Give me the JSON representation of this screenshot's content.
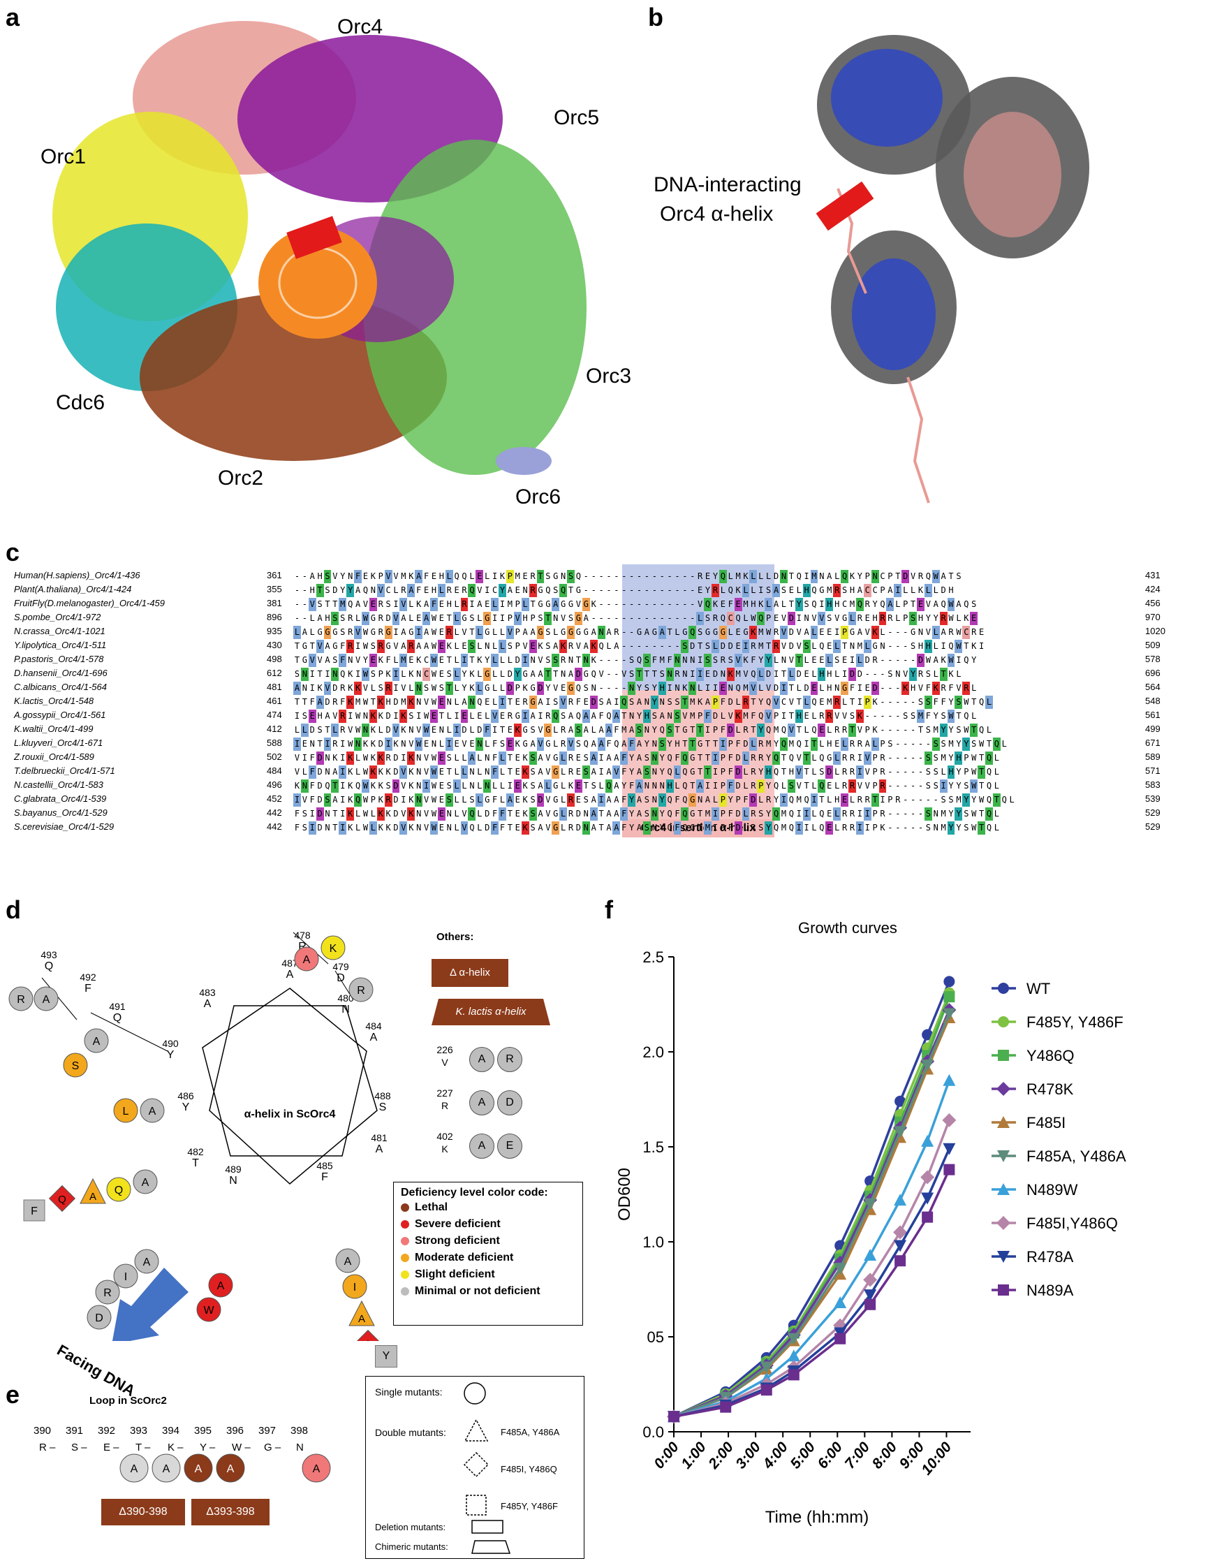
{
  "panels": {
    "a": {
      "label": "a",
      "proteins": [
        "Orc4",
        "Orc5",
        "Orc1",
        "Orc3",
        "Cdc6",
        "Orc2",
        "Orc6"
      ]
    },
    "b": {
      "label": "b",
      "annotation_line1": "DNA-interacting",
      "annotation_line2": "Orc4 α-helix"
    },
    "c": {
      "label": "c",
      "insertion_label": "Orc4 insertion α-helix"
    },
    "d": {
      "label": "d"
    },
    "e": {
      "label": "e"
    },
    "f": {
      "label": "f"
    }
  },
  "alignment": [
    {
      "name": "Human(H.sapiens)_Orc4/1-436",
      "start": "361",
      "seq": "--AHSVYNFEKPVVMKAFEHLQQLELIKPMERTSGNSQ---------------REYQLMKLLLDNTQIMNALQKYPNCPTDVRQWATS",
      "end": "431"
    },
    {
      "name": "Plant(A.thaliana)_Orc4/1-424",
      "start": "355",
      "seq": "--HTSDYYAQNVCLRAFEHLRERQVICYAENRGQSQTG---------------EYRLQKLLISASELHQGMRSHACCPAILLKLLDH",
      "end": "424"
    },
    {
      "name": "FruitFly(D.melanogaster)_Orc4/1-459",
      "start": "381",
      "seq": "--VSTTMQAVERSIVLKAFEHLRIAELIMPLTGGAGGVGK-------------VQKEFEMHKLALTYSQIHHCMQRYQALPTEVAQWAQS",
      "end": "456"
    },
    {
      "name": "S.pombe_Orc4/1-972",
      "start": "896",
      "seq": "--LAHSSRLWGRDVALEAWETLGSLGIIPVHPSTNVSGA--------------LSRQCQLWQPEVDINVVSVGLREHRRLPSHYYRWLKE",
      "end": "970"
    },
    {
      "name": "N.crassa_Orc4/1-1021",
      "start": "935",
      "seq": "LALGGGSRVWGRGIAGIAWERLVTLGLLVPAAGSLGGGGANAR--GAGATLGQSGGGLEGKMWRVDVALEEIPGAVKL---GNVLARWCRE",
      "end": "1020"
    },
    {
      "name": "Y.lipolytica_Orc4/1-511",
      "start": "430",
      "seq": "TGTVAGFRIWSRGVARAAWEKLESLNLLSPVEKSAKRVAKQLA--------SDTSLDDEIRMTRVDVSLQELTNMLGN---SHHLIQWTKI",
      "end": "509"
    },
    {
      "name": "P.pastoris_Orc4/1-578",
      "start": "498",
      "seq": "TGVVASFNVYEKFLMEKCWETLITKYLLLDINVSSRNTNK----SQSFMFNNNISSRSVKFYYLNVTLEELSEILDR-----DWAKWIQY",
      "end": "578"
    },
    {
      "name": "D.hansenii_Orc4/1-696",
      "start": "612",
      "seq": "SNITINQKIWSPKILKNCWESLYKLGLLDYGAATTNADGQV--VSTTTSNRNIIEDNKMVQLDITLDELHHLIDD---SNVYRSLTKL",
      "end": "696"
    },
    {
      "name": "C.albicans_Orc4/1-564",
      "start": "481",
      "seq": "ANIKVDRKKVLSRIVLNSWSTLYKLGLLDPKGDYVEGQSN----NYSYHINKNLIIENQMVLVDITLDELHNGFIED---KHVFKRFVRL",
      "end": "564"
    },
    {
      "name": "K.lactis_Orc4/1-548",
      "start": "461",
      "seq": "TTFADRFKMWTKHDMKNVWENLANQELITERGAISVRFEDSAIQSANYNSSTMKAPFDLRTYQVCVTLQEMRLTIPK-----SSFFYSWTQL",
      "end": "548"
    },
    {
      "name": "A.gossypii_Orc4/1-561",
      "start": "474",
      "seq": "ISEHAVRIWNKKDIKSIWETLIELELVERGIAIRQSAQAAFQATNYHSANSVMPFDLVKMFQVPITHELRRVVSK-----SSMFYSWTQL",
      "end": "561"
    },
    {
      "name": "K.waltii_Orc4/1-499",
      "start": "412",
      "seq": "LLDSTLRVWNKLDVKNVWENLIDLDFITEKGSVGLRASALAAFMASNYQSTGTTIPFDLRTYQMQVTLQELRRTVPK-----TSMYYSWTQL",
      "end": "499"
    },
    {
      "name": "L.kluyveri_Orc4/1-671",
      "start": "588",
      "seq": "IENTIRIWNKKDIKNVWENLIEVENLFSEKGAVGLRVSQAAFQAFAYNSYHTTGTTIPFDLRMYQMQITLHELRRALPS-----SSMYYSWTQL",
      "end": "671"
    },
    {
      "name": "Z.rouxii_Orc4/1-589",
      "start": "502",
      "seq": "VIFDNKIKLWKKRDIKNVWESLLALNFLTEKSAVGLRESAIAAFYASNYQFQGTTIPFDLRRYQTQVTLQGLRRIVPR-----SSMYHPWTQL",
      "end": "589"
    },
    {
      "name": "T.delbrueckii_Orc4/1-571",
      "start": "484",
      "seq": "VLFDNAIKLWKKKDVKNVWETLLNLNFLTEKSAVGLRESAIAVFYASNYQLQGTTIPFDLRYHQTHVTLSDLRRIVPR-----SSLHYPWTQL",
      "end": "571"
    },
    {
      "name": "N.castellii_Orc4/1-583",
      "start": "496",
      "seq": "KNFDQTIKQWKKSDVKNIWESLLNLNLLIEKSALGLKETSLQAYFANNNHLQTAIIPFDLRPYQLSVTLQELRRVVPR-----SSIYYSWTQL",
      "end": "583"
    },
    {
      "name": "C.glabrata_Orc4/1-539",
      "start": "452",
      "seq": "IVFDSAIKQWPKRDIKNVWESLLSLGFLAEKSDVGLRESAIAAFYASNYQFQGNALPYPFDLRYIQMQITLHELRRTIPR-----SSMYYWQTQL",
      "end": "539"
    },
    {
      "name": "S.bayanus_Orc4/1-529",
      "start": "442",
      "seq": "FSIDNTIKLWLKKDVKNVWENLVQLDFFTEKSAVGLRDNATAAFYASNYQFQGTMIPFDLRSYQMQIILQELRRIIPR-----SNMYYSWTQL",
      "end": "529"
    },
    {
      "name": "S.cerevisiae_Orc4/1-529",
      "start": "442",
      "seq": "FSIDNTIKLWLKKDVKNVWENLVQLDFFTEKSAVGLRDNATAAFYASNYQFQGTMIPFDLRSYQMQIILQELRRIIPK-----SNMYYSWTQL",
      "end": "529"
    }
  ],
  "wheel": {
    "center_label": "α-helix in ScOrc4",
    "positions": [
      {
        "res": "A",
        "num": "487"
      },
      {
        "res": "A",
        "num": "484"
      },
      {
        "res": "S",
        "num": "488"
      },
      {
        "res": "A",
        "num": "481"
      },
      {
        "res": "F",
        "num": "485"
      },
      {
        "res": "N",
        "num": "489"
      },
      {
        "res": "T",
        "num": "482"
      },
      {
        "res": "Y",
        "num": "486"
      },
      {
        "res": "Y",
        "num": "490"
      },
      {
        "res": "A",
        "num": "483"
      },
      {
        "res": "N",
        "num": "480"
      },
      {
        "res": "D",
        "num": "479"
      },
      {
        "res": "R",
        "num": "478"
      },
      {
        "res": "Q",
        "num": "491"
      },
      {
        "res": "F",
        "num": "492"
      },
      {
        "res": "Q",
        "num": "493"
      }
    ],
    "facing_dna": "Facing DNA"
  },
  "others": {
    "title": "Others:",
    "delta_helix": "Δ α-helix",
    "klactis_helix": "K. lactis α-helix",
    "rows": [
      {
        "num": "226",
        "res": "V",
        "m1": "A",
        "m2": "R"
      },
      {
        "num": "227",
        "res": "R",
        "m1": "A",
        "m2": "D"
      },
      {
        "num": "402",
        "res": "K",
        "m1": "A",
        "m2": "E"
      }
    ]
  },
  "deficiency_legend": {
    "title": "Deficiency level color code:",
    "items": [
      {
        "label": "Lethal",
        "color": "#8B3A1A"
      },
      {
        "label": "Severe deficient",
        "color": "#E02020"
      },
      {
        "label": "Strong deficient",
        "color": "#F07878"
      },
      {
        "label": "Moderate deficient",
        "color": "#F2A71C"
      },
      {
        "label": "Slight deficient",
        "color": "#F2E21C"
      },
      {
        "label": "Minimal or not deficient",
        "color": "#BDBDBD"
      }
    ]
  },
  "mutant_legend": {
    "single": "Single mutants:",
    "double": "Double mutants:",
    "double_items": [
      "F485A, Y486A",
      "F485I, Y486Q",
      "F485Y, Y486F"
    ],
    "deletion": "Deletion mutants:",
    "chimeric": "Chimeric mutants:"
  },
  "loop": {
    "title": "Loop in ScOrc2",
    "numbers": [
      "390",
      "391",
      "392",
      "393",
      "394",
      "395",
      "396",
      "397",
      "398"
    ],
    "residues": [
      "R",
      "S",
      "E",
      "T",
      "K",
      "Y",
      "W",
      "G",
      "N"
    ],
    "mutants": [
      "A",
      "A",
      "A",
      "A",
      "A"
    ],
    "deletions": [
      "Δ390-398",
      "Δ393-398"
    ]
  },
  "chart_data": {
    "type": "line",
    "title": "Growth curves",
    "xlabel": "Time (hh:mm)",
    "ylabel": "OD600",
    "categories": [
      "0:00",
      "1:00",
      "2:00",
      "3:00",
      "4:00",
      "5:00",
      "6:00",
      "7:00",
      "8:00",
      "9:00",
      "10:00"
    ],
    "yticks": [
      "0.0",
      "0.5",
      "1.0",
      "1.5",
      "2.0",
      "2.5"
    ],
    "ytick_labels": [
      "0.0",
      "05",
      "1.0",
      "1.5",
      "2.0",
      "2.5"
    ],
    "ylim": [
      0,
      2.5
    ],
    "x_times_hours": [
      0,
      1.9,
      3.4,
      4.4,
      6.1,
      7.2,
      8.3,
      9.3,
      10.1
    ],
    "series": [
      {
        "name": "WT",
        "color": "#2E3F9E",
        "marker": "circle",
        "values": [
          0.08,
          0.21,
          0.39,
          0.56,
          0.98,
          1.32,
          1.74,
          2.09,
          2.37
        ]
      },
      {
        "name": "F485Y, Y486F",
        "color": "#7DC242",
        "marker": "circle",
        "values": [
          0.08,
          0.2,
          0.37,
          0.53,
          0.93,
          1.27,
          1.67,
          2.02,
          2.31
        ]
      },
      {
        "name": "Y486Q",
        "color": "#4CAF4F",
        "marker": "square",
        "values": [
          0.08,
          0.19,
          0.36,
          0.52,
          0.91,
          1.24,
          1.63,
          1.98,
          2.29
        ]
      },
      {
        "name": "R478K",
        "color": "#6B3A9C",
        "marker": "diamond",
        "values": [
          0.08,
          0.19,
          0.35,
          0.51,
          0.89,
          1.22,
          1.6,
          1.95,
          2.22
        ]
      },
      {
        "name": "F485I",
        "color": "#B07A3A",
        "marker": "triangle-up",
        "values": [
          0.08,
          0.18,
          0.33,
          0.48,
          0.83,
          1.17,
          1.55,
          1.91,
          2.18
        ]
      },
      {
        "name": "F485A, Y486A",
        "color": "#5E8C7C",
        "marker": "triangle-down",
        "values": [
          0.08,
          0.18,
          0.34,
          0.49,
          0.86,
          1.2,
          1.58,
          1.93,
          2.2
        ]
      },
      {
        "name": "N489W",
        "color": "#3AA0D9",
        "marker": "triangle-up",
        "values": [
          0.08,
          0.16,
          0.28,
          0.4,
          0.68,
          0.93,
          1.22,
          1.53,
          1.85
        ]
      },
      {
        "name": "F485I,Y486Q",
        "color": "#B585A8",
        "marker": "diamond",
        "values": [
          0.08,
          0.15,
          0.25,
          0.34,
          0.56,
          0.8,
          1.05,
          1.34,
          1.64
        ]
      },
      {
        "name": "R478A",
        "color": "#24409A",
        "marker": "triangle-down",
        "values": [
          0.08,
          0.14,
          0.23,
          0.32,
          0.52,
          0.72,
          0.98,
          1.23,
          1.49
        ]
      },
      {
        "name": "N489A",
        "color": "#6A2E8E",
        "marker": "square",
        "values": [
          0.08,
          0.13,
          0.22,
          0.3,
          0.49,
          0.67,
          0.9,
          1.13,
          1.38
        ]
      }
    ]
  }
}
